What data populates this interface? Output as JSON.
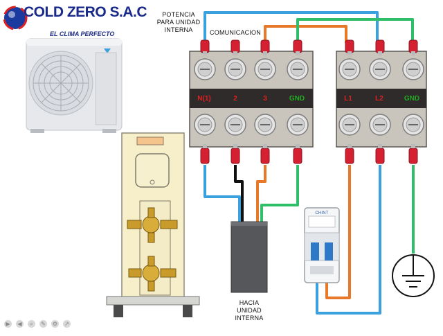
{
  "brand": {
    "name": "COLD ZERO S.A.C",
    "tagline": "EL CLIMA PERFECTO"
  },
  "labels": {
    "power": "POTENCIA PARA UNIDAD INTERNA",
    "communication": "COMUNICACION",
    "to_indoor": "HACIA UNIDAD INTERNA"
  },
  "terminals": [
    {
      "label": "N(1)",
      "color": "#e02020"
    },
    {
      "label": "2",
      "color": "#e02020"
    },
    {
      "label": "3",
      "color": "#e02020"
    },
    {
      "label": "GND",
      "color": "#22aa22"
    },
    {
      "label": "L1",
      "color": "#e02020"
    },
    {
      "label": "L2",
      "color": "#e02020"
    },
    {
      "label": "GND",
      "color": "#22aa22"
    }
  ],
  "breaker": {
    "brand": "CHINT"
  },
  "colors": {
    "wire_blue": "#3aa0de",
    "wire_orange": "#e8782a",
    "wire_green": "#2fbf6a",
    "wire_black": "#111111",
    "terminal_red": "#d42030",
    "brand_blue": "#1a2a8a"
  },
  "toolbar": [
    "play-icon",
    "prev-icon",
    "search-icon",
    "edit-icon",
    "settings-icon",
    "share-icon"
  ]
}
